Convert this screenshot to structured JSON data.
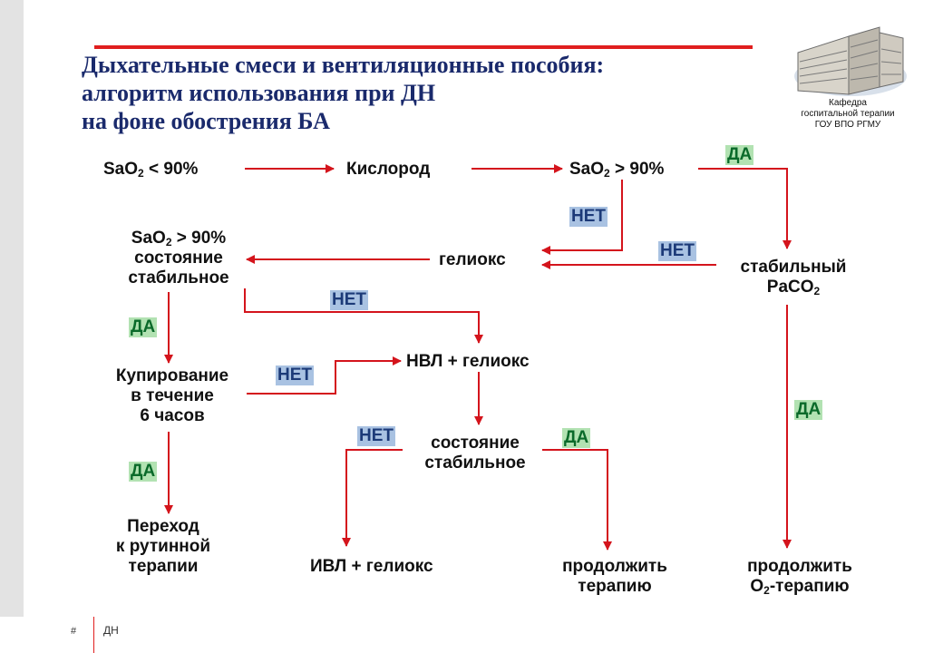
{
  "slide": {
    "title_lines": [
      "Дыхательные смеси и вентиляционные пособия:",
      "алгоритм использования при ДН",
      "на фоне обострения БА"
    ],
    "dept_lines": [
      "Кафедра",
      "госпитальной терапии",
      "ГОУ ВПО РГМУ"
    ],
    "footer": "ДН",
    "page_mark": "#"
  },
  "nodes": {
    "sao2_low": {
      "pre": "SaO",
      "sub": "2",
      "post": " < 90%"
    },
    "oxygen": "Кислород",
    "sao2_high": {
      "pre": "SaO",
      "sub": "2",
      "post": " > 90%"
    },
    "heliox": "гелиокс",
    "stable_sao2": {
      "pre": "SaO",
      "sub": "2",
      "post": " > 90%",
      "line2": "состояние",
      "line3": "стабильное"
    },
    "stable_paco2": {
      "line1": "стабильный",
      "pre": "PaCO",
      "sub": "2"
    },
    "niv_heliox": "НВЛ + гелиокс",
    "relief": {
      "line1": "Купирование",
      "line2": "в течение",
      "line3": "6 часов"
    },
    "state_stable": {
      "line1": "состояние",
      "line2": "стабильное"
    },
    "routine": {
      "line1": "Переход",
      "line2": "к рутинной",
      "line3": "терапии"
    },
    "ivl_heliox": "ИВЛ + гелиокс",
    "continue_therapy": {
      "line1": "продолжить",
      "line2": "терапию"
    },
    "continue_o2": {
      "line1": "продолжить",
      "pre": "O",
      "sub": "2",
      "post": "-терапию"
    }
  },
  "labels": {
    "yes": "ДА",
    "no": "НЕТ"
  },
  "colors": {
    "arrow": "#d4141c",
    "title": "#1a2a6c",
    "yes_bg": "#b2e2b2",
    "no_bg": "#a9c2e2"
  }
}
